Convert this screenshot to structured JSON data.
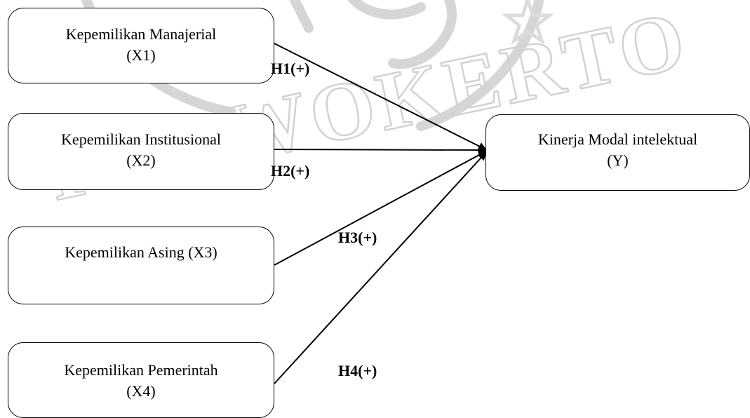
{
  "diagram": {
    "independent_variables": [
      {
        "id": "x1",
        "name": "Kepemilikan Manajerial",
        "code": "(X1)"
      },
      {
        "id": "x2",
        "name": "Kepemilikan Institusional",
        "code": "(X2)"
      },
      {
        "id": "x3",
        "name": "Kepemilikan Asing (X3)"
      },
      {
        "id": "x4",
        "name": "Kepemilikan Pemerintah",
        "code": "(X4)"
      }
    ],
    "dependent_variable": {
      "name": "Kinerja Modal intelektual",
      "code": "(Y)"
    },
    "hypotheses": [
      {
        "from": "x1",
        "to": "y",
        "code": "H",
        "number": "1",
        "sign": "(+)"
      },
      {
        "from": "x2",
        "to": "y",
        "code": "H",
        "number": "2",
        "sign": "(+)"
      },
      {
        "from": "x3",
        "to": "y",
        "code": "H",
        "number": "3",
        "sign": "(+)"
      },
      {
        "from": "x4",
        "to": "y",
        "code": "H",
        "number": "4",
        "sign": "(+)"
      }
    ]
  },
  "watermark": {
    "text": "PURWOKERTO",
    "color": "#d2d2d2"
  }
}
